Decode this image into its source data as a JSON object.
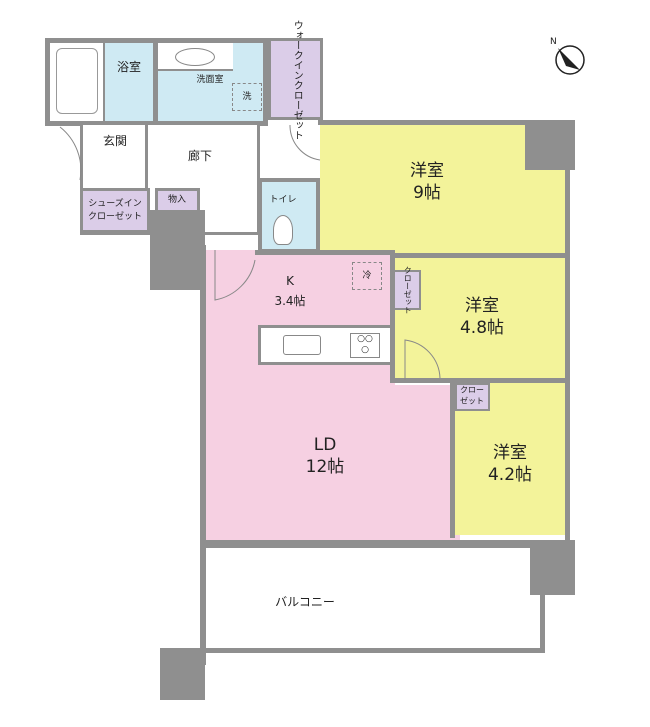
{
  "colors": {
    "wall": "#8f8f8f",
    "western_room": "#f3f39a",
    "living": "#f6d0e2",
    "wet_area": "#cfeaf3",
    "closet": "#dbcde8",
    "balcony": "#ffffff"
  },
  "rooms": {
    "bath": "浴室",
    "washroom": "洗面室",
    "washer": "洗",
    "walk_in_closet": "ウォークインクローゼット",
    "entrance": "玄関",
    "hallway": "廊下",
    "shoe_closet_line1": "シューズイン",
    "shoe_closet_line2": "クローゼット",
    "storage": "物入",
    "toilet": "トイレ",
    "western_room_1": {
      "name": "洋室",
      "size": "9帖"
    },
    "kitchen": {
      "name": "K",
      "size": "3.4帖"
    },
    "fridge": "冷",
    "closet_small": "クローゼット",
    "western_room_2": {
      "name": "洋室",
      "size": "4.8帖"
    },
    "closet_2_line1": "クロー",
    "closet_2_line2": "ゼット",
    "living_dining": {
      "name": "LD",
      "size": "12帖"
    },
    "western_room_3": {
      "name": "洋室",
      "size": "4.2帖"
    },
    "balcony": "バルコニー"
  },
  "compass": {
    "label": "N",
    "icon": "north-arrow-icon"
  }
}
